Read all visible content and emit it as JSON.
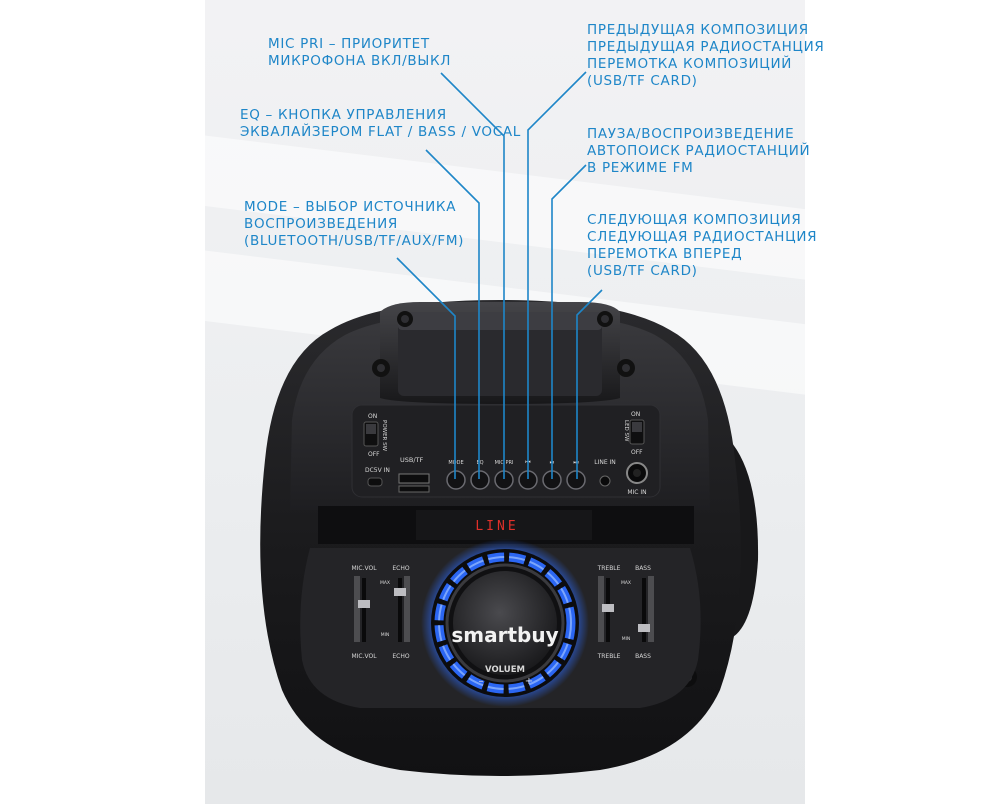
{
  "callouts": {
    "mic_pri": [
      "MIC PRI – ПРИОРИТЕТ",
      "МИКРОФОНА ВКЛ/ВЫКЛ"
    ],
    "eq": [
      "EQ – КНОПКА УПРАВЛЕНИЯ",
      "ЭКВАЛАЙЗЕРОМ FLAT / BASS / VOCAL"
    ],
    "mode": [
      "MODE – ВЫБОР ИСТОЧНИКА",
      "ВОСПРОИЗВЕДЕНИЯ",
      "(BLUETOOTH/USB/TF/AUX/FM)"
    ],
    "prev": [
      "ПРЕДЫДУЩАЯ КОМПОЗИЦИЯ",
      "ПРЕДЫДУЩАЯ РАДИОСТАНЦИЯ",
      "ПЕРЕМОТКА КОМПОЗИЦИЙ",
      "(USB/TF CARD)"
    ],
    "play": [
      "ПАУЗА/ВОСПРОИЗВЕДЕНИЕ",
      "АВТОПОИСК РАДИОСТАНЦИЙ",
      "В РЕЖИМЕ FM"
    ],
    "next": [
      "СЛЕДУЮЩАЯ КОМПОЗИЦИЯ",
      "СЛЕДУЮЩАЯ РАДИОСТАНЦИЯ",
      "ПЕРЕМОТКА ВПЕРЕД",
      "(USB/TF CARD)"
    ]
  },
  "panel": {
    "on": "ON",
    "off": "OFF",
    "power_sw": "POWER SW",
    "led_sw": "LED SW",
    "dc_in": "DC5V IN",
    "usb_tf": "USB/TF",
    "button_labels": [
      "MODE",
      "EQ",
      "MIC PRI",
      "⏮",
      "⏯",
      "⏭"
    ],
    "line_in": "LINE IN",
    "mic_in": "MIC IN",
    "display": "LINE",
    "mic_vol": "MIC.VOL",
    "echo": "ECHO",
    "treble": "TREBLE",
    "bass": "BASS",
    "max": "MAX",
    "min": "MIN",
    "brand": "smartbuy",
    "volume": "VOLUEM",
    "minus": "–",
    "plus": "+"
  },
  "colors": {
    "callout_text": "#1e86c8",
    "leader_line": "#1e86c8",
    "ring_glow": "#2d6cff",
    "display_text": "#e0302a",
    "body": "#1c1c1e"
  },
  "icons": {
    "screws": "screw-icon",
    "knob": "volume-knob-icon"
  }
}
